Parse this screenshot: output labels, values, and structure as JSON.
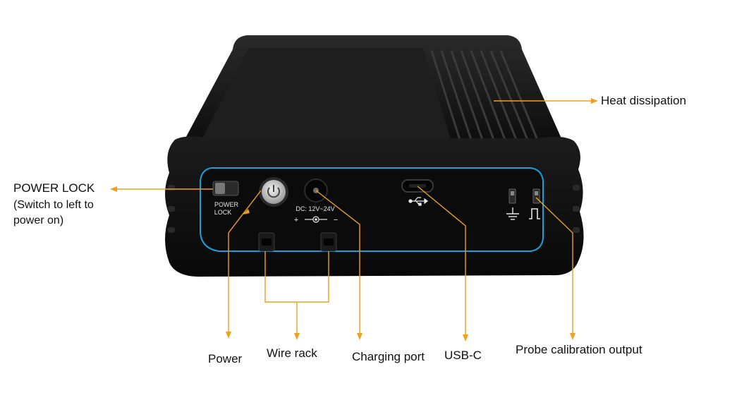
{
  "callouts": {
    "heat_dissipation": "Heat dissipation",
    "power_lock_title": "POWER LOCK",
    "power_lock_note_line1": "(Switch to left to",
    "power_lock_note_line2": "power on)",
    "power": "Power",
    "wire_rack": "Wire rack",
    "charging_port": "Charging port",
    "usb_c": "USB-C",
    "probe_calibration_output": "Probe calibration output"
  },
  "device_panel": {
    "power_lock_line1": "POWER",
    "power_lock_line2": "LOCK",
    "dc_input": "DC: 12V~24V",
    "polarity_plus": "+",
    "polarity_minus": "−"
  },
  "colors": {
    "callout_line": "#f0a020",
    "panel_trim": "#1a9fd8",
    "device_body": "#111111"
  }
}
